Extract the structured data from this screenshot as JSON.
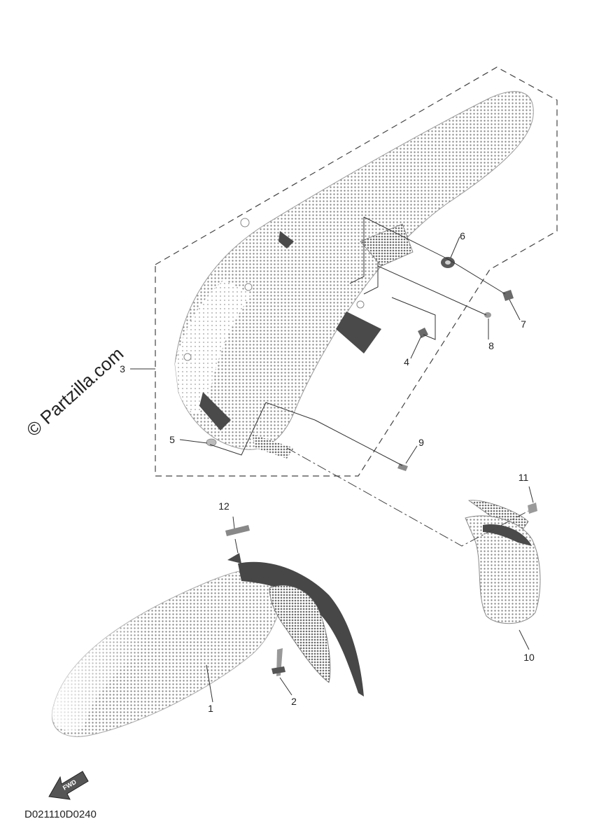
{
  "diagram_code": "D021110D0240",
  "watermark": "© Partzilla.com",
  "fwd_label": "FWD",
  "callouts": {
    "c1": "1",
    "c2": "2",
    "c3": "3",
    "c4": "4",
    "c5": "5",
    "c6": "6",
    "c7": "7",
    "c8": "8",
    "c9": "9",
    "c10": "10",
    "c11": "11",
    "c12": "12"
  },
  "colors": {
    "ink": "#222222",
    "halftone": "#8c8c8c",
    "shadow": "#4a4a4a",
    "background": "#ffffff"
  }
}
